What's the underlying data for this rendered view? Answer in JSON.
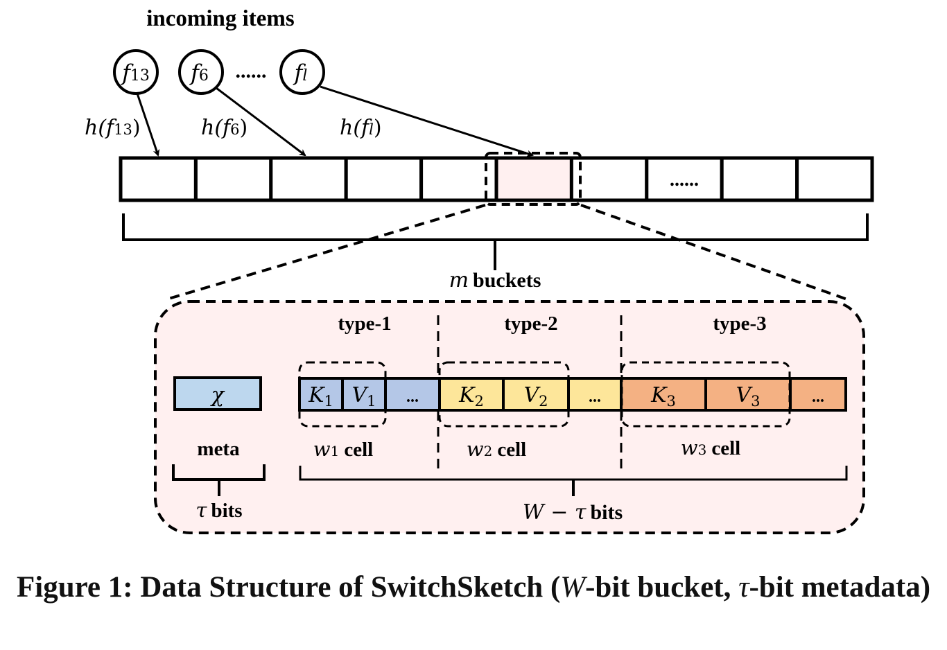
{
  "header": {
    "incoming_label": "incoming items"
  },
  "items": [
    {
      "name": "f",
      "sub": "13",
      "hash_label": "h(f",
      "hash_sub": "13",
      "hash_close": ")"
    },
    {
      "name": "f",
      "sub": "6",
      "hash_label": "h(f",
      "hash_sub": "6",
      "hash_close": ")"
    },
    {
      "name": "f",
      "sub": "l",
      "hash_label": "h(f",
      "hash_sub": "l",
      "hash_close": ")"
    }
  ],
  "items_ellipsis": "......",
  "bucket_array": {
    "bucket_count_shown": 10,
    "highlighted_index": 5,
    "ellipsis_index": 7,
    "ellipsis_label": "......",
    "brace_label_var": "m",
    "brace_label_text": "buckets"
  },
  "bucket_detail": {
    "meta": {
      "symbol": "χ",
      "label": "meta",
      "bits_var": "τ",
      "bits_text": "bits"
    },
    "types": [
      {
        "label": "type-1",
        "key": "K",
        "value": "V",
        "sub": "1",
        "ellipsis": "...",
        "cell_var": "w",
        "cell_sub": "1",
        "cell_text": "cell",
        "color": "#b4c7e7"
      },
      {
        "label": "type-2",
        "key": "K",
        "value": "V",
        "sub": "2",
        "ellipsis": "...",
        "cell_var": "w",
        "cell_sub": "2",
        "cell_text": "cell",
        "color": "#fde69a"
      },
      {
        "label": "type-3",
        "key": "K",
        "value": "V",
        "sub": "3",
        "ellipsis": "...",
        "cell_var": "w",
        "cell_sub": "3",
        "cell_text": "cell",
        "color": "#f4b183"
      }
    ],
    "meta_color": "#bdd7ee",
    "panel_color": "#fff0f0",
    "remaining_bits_label_var": "W − τ",
    "remaining_bits_label_text": "bits"
  },
  "caption": {
    "prefix": "Figure 1: Data Structure of SwitchSketch (",
    "var_w": "W",
    "mid": "-bit bucket, ",
    "var_tau": "τ",
    "suffix": "-bit metadata)"
  }
}
